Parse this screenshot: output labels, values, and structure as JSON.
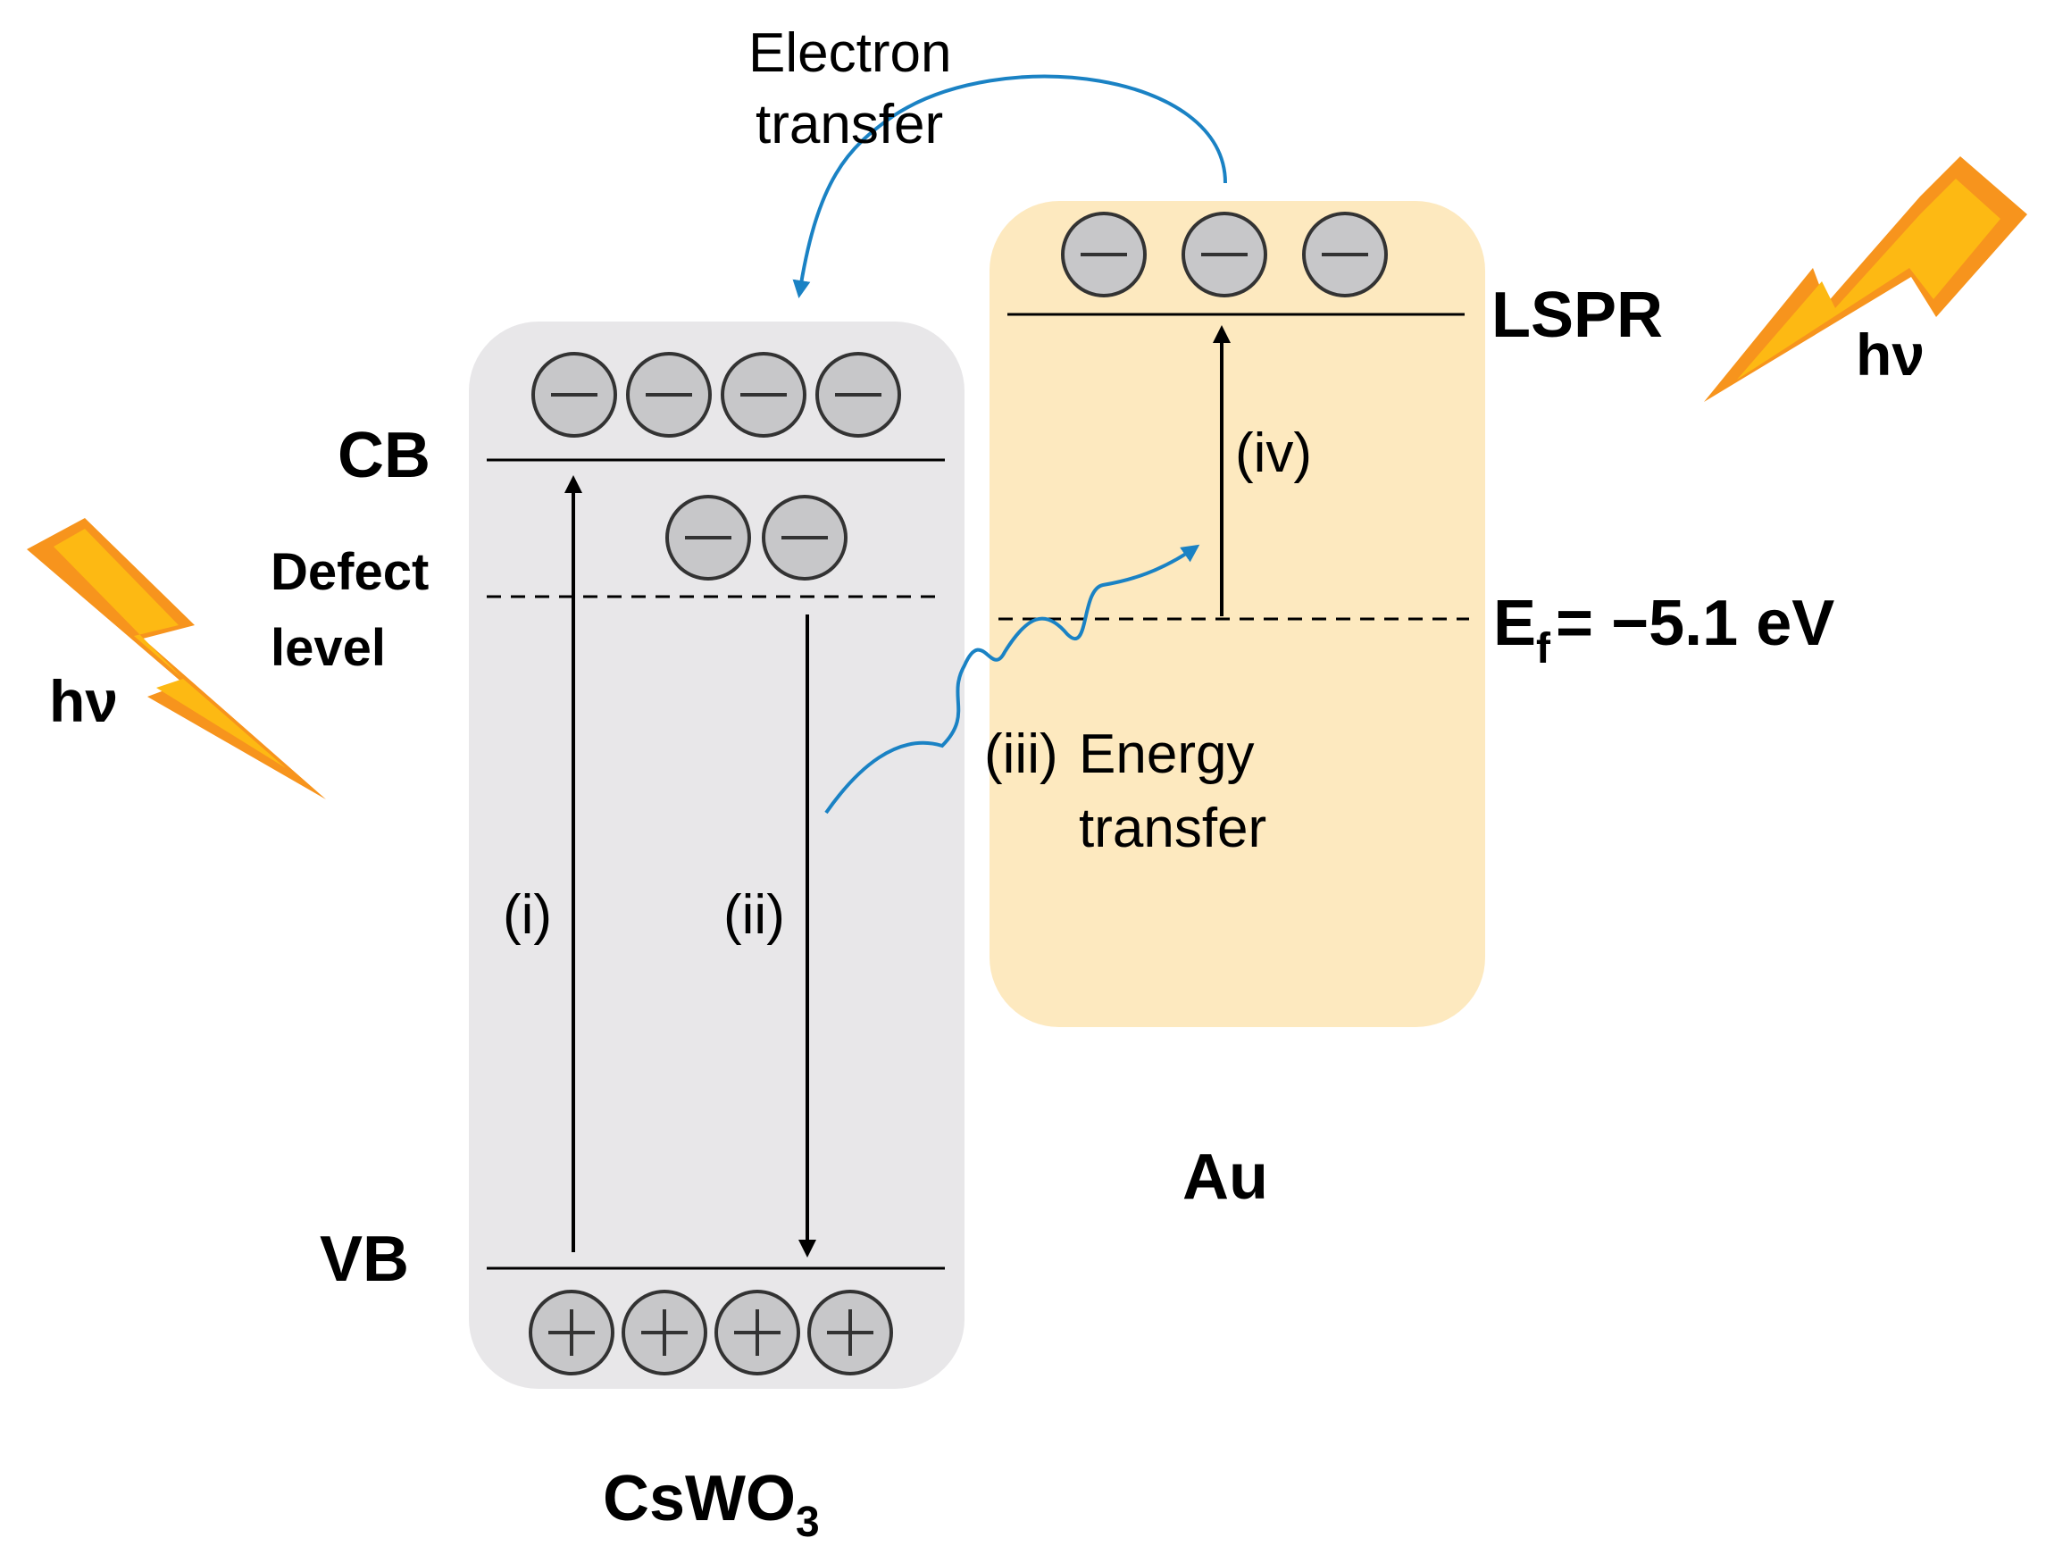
{
  "colors": {
    "cswo3_panel": "#e8e7e9",
    "au_panel": "#fde9bf",
    "carrier_fill": "#c7c7c9",
    "arrow_blue": "#1a82c4",
    "bolt_dark": "#f7941d",
    "bolt_light": "#fdb913",
    "line": "#000000"
  },
  "labels": {
    "cb": "CB",
    "vb": "VB",
    "defect_line1": "Defect",
    "defect_line2": "level",
    "lspr": "LSPR",
    "fermi_main": "E",
    "fermi_sub": "f",
    "fermi_value": "= −5.1 eV",
    "cswo3_main": "CsWO",
    "cswo3_sub": "3",
    "au": "Au",
    "hv_left": "hν",
    "hv_right": "hν",
    "electron_transfer_line1": "Electron",
    "electron_transfer_line2": "transfer",
    "energy_transfer_line1": "Energy",
    "energy_transfer_line2": "transfer",
    "step_i": "(i)",
    "step_ii": "(ii)",
    "step_iii": "(iii)",
    "step_iv": "(iv)"
  },
  "carriers": {
    "electron_symbol": "−",
    "hole_symbol": "+",
    "cb_electrons": 4,
    "defect_electrons": 2,
    "lspr_electrons": 3,
    "vb_holes": 4
  }
}
